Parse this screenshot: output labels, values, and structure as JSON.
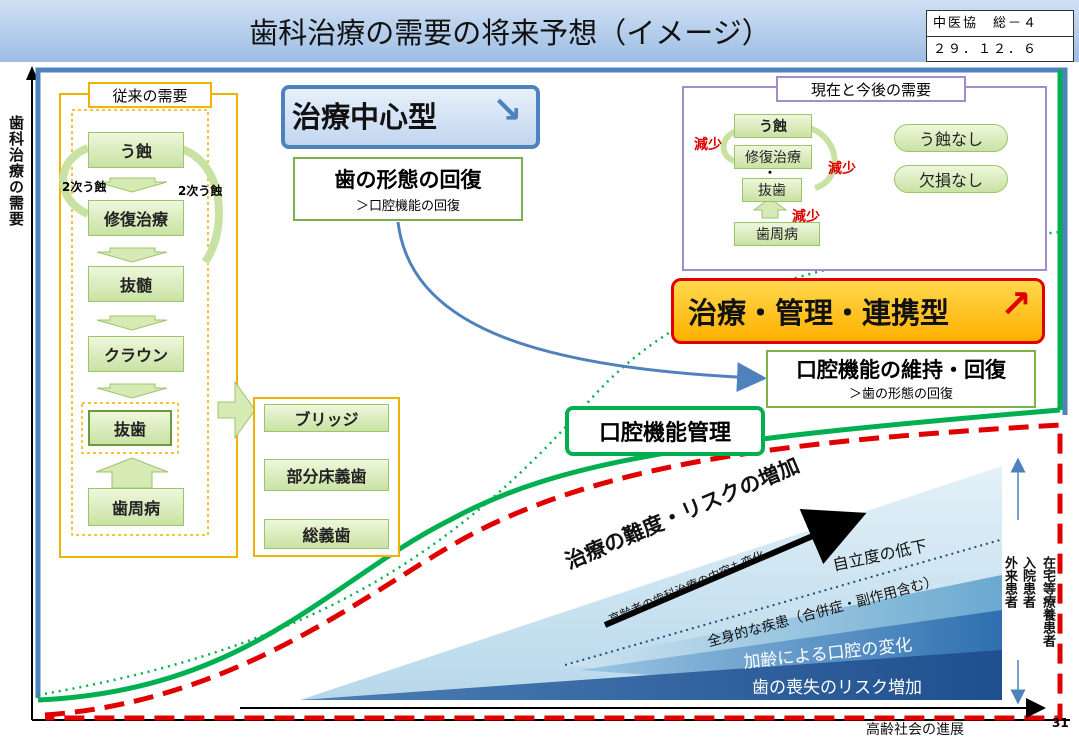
{
  "header": {
    "title": "歯科治療の需要の将来予想（イメージ）",
    "meta_line1": "中医協　総－４",
    "meta_line2": "２９．１２．６"
  },
  "y_axis_label": "歯科治療の需要",
  "x_axis_label": "高齢社会の進展",
  "page_number": "31",
  "past": {
    "title": "従来の需要",
    "steps": [
      "う蝕",
      "修復治療",
      "抜髄",
      "クラウン",
      "抜歯",
      "歯周病"
    ],
    "secondary_caries": "2次う蝕",
    "prosthetics": [
      "ブリッジ",
      "部分床義歯",
      "総義歯"
    ]
  },
  "treatment_type": {
    "label": "治療中心型",
    "focus": "歯の形態の回復",
    "sub": "＞口腔機能の回復"
  },
  "current": {
    "title": "現在と今後の需要",
    "steps": [
      "う蝕",
      "修復治療",
      "抜歯",
      "歯周病"
    ],
    "decrease": "減少",
    "dots": "：",
    "results": [
      "う蝕なし",
      "欠損なし"
    ]
  },
  "management_type": {
    "label": "治療・管理・連携型",
    "focus": "口腔機能の維持・回復",
    "sub": "＞歯の形態の回復"
  },
  "oral_management": "口腔機能管理",
  "difficulty": {
    "main": "治療の難度・リスクの増加",
    "sub": "高齢者の歯科治療の内容も変化"
  },
  "bands": [
    "自立度の低下",
    "全身的な疾患（合併症・副作用含む）",
    "加齢による口腔の変化",
    "歯の喪失のリスク増加"
  ],
  "patients": {
    "outpatient": "外来患者",
    "inpatient": "入院患者",
    "home": "在宅等療養患者"
  },
  "colors": {
    "treatment_blue": "#4f81bd",
    "management_green": "#00b050",
    "red": "#e00000",
    "orange": "#ffc000",
    "yellow_border": "#f0b400"
  }
}
